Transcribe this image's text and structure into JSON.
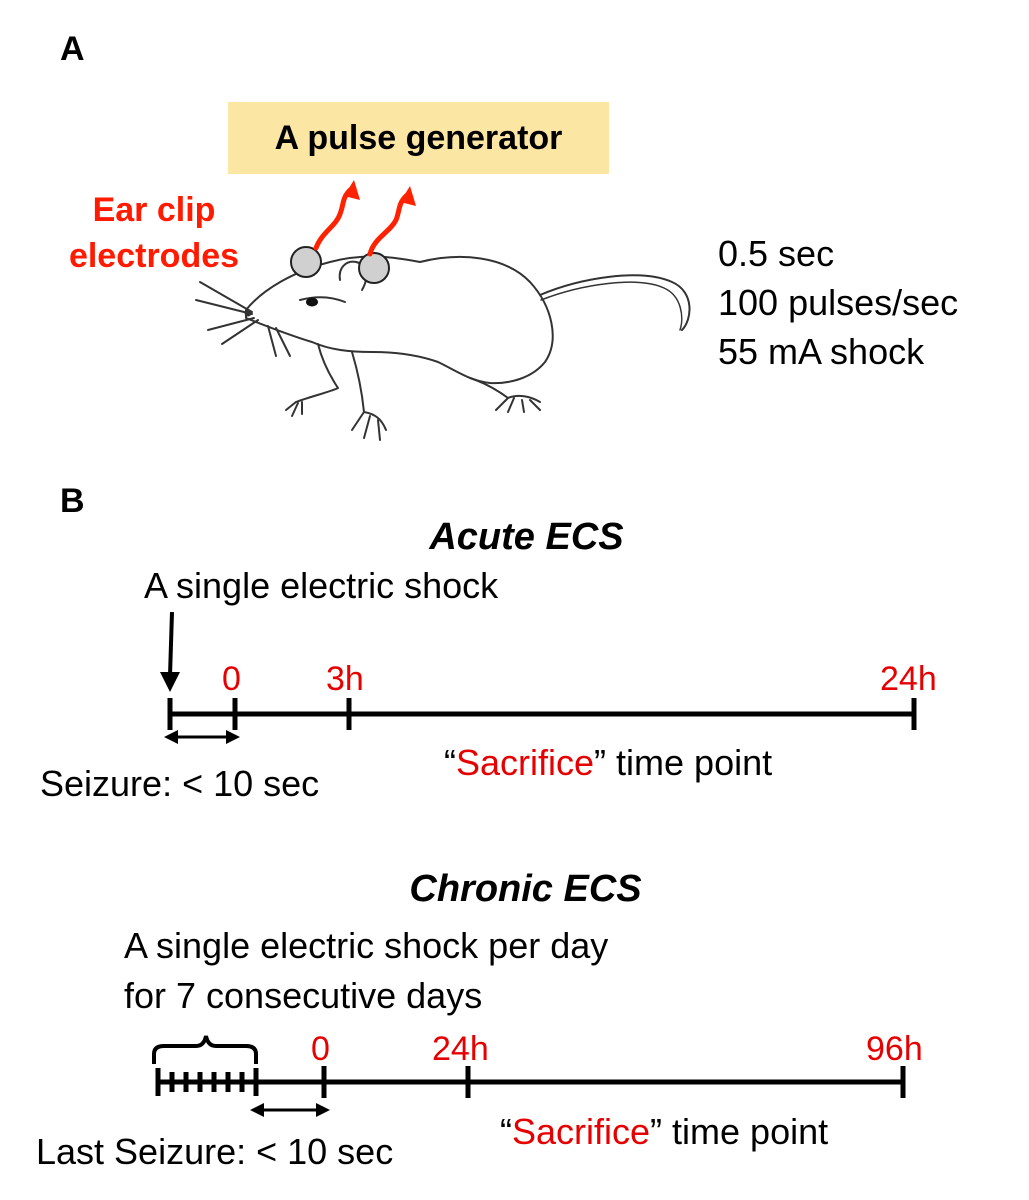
{
  "panel_a": {
    "label": "A",
    "generator_label": "A pulse generator",
    "electrodes_label_line1": "Ear clip",
    "electrodes_label_line2": "electrodes",
    "params": [
      "0.5 sec",
      "100 pulses/sec",
      "55 mA shock"
    ]
  },
  "panel_b": {
    "label": "B",
    "acute": {
      "title": "Acute ECS",
      "shock_label": "A single electric shock",
      "ticks": [
        "0",
        "3h",
        "24h"
      ],
      "seizure_note": "Seizure: < 10 sec",
      "sacrifice_word": "Sacrifice",
      "sacrifice_rest": " time point"
    },
    "chronic": {
      "title": "Chronic ECS",
      "shock_line1": "A single electric shock per day",
      "shock_line2": "for 7 consecutive days",
      "ticks": [
        "0",
        "24h",
        "96h"
      ],
      "seizure_note": "Last Seizure: < 10 sec",
      "sacrifice_word": "Sacrifice",
      "sacrifice_rest": " time point"
    }
  },
  "colors": {
    "accent_red": "#e60000",
    "box_fill": "#fce6a4"
  }
}
